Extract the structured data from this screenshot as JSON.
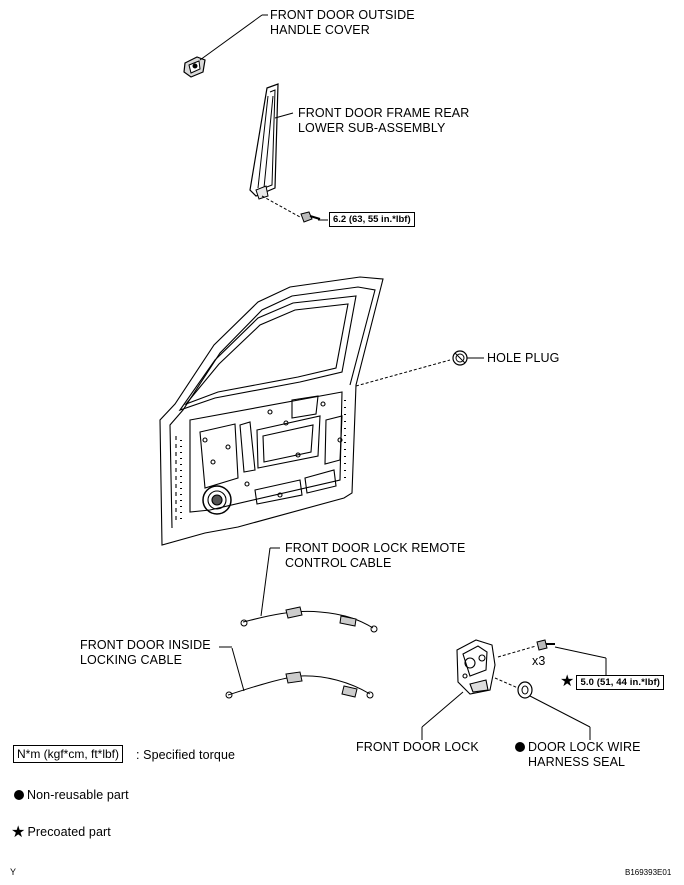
{
  "parts": {
    "handle_cover": "FRONT DOOR OUTSIDE\nHANDLE COVER",
    "frame_rear_lower": "FRONT DOOR FRAME REAR\nLOWER SUB-ASSEMBLY",
    "hole_plug": "HOLE PLUG",
    "remote_control_cable": "FRONT DOOR LOCK REMOTE\nCONTROL CABLE",
    "inside_locking_cable": "FRONT DOOR INSIDE\nLOCKING CABLE",
    "door_lock": "FRONT DOOR LOCK",
    "wire_harness_seal": "DOOR LOCK WIRE\nHARNESS SEAL",
    "quantity": "x3"
  },
  "torques": {
    "frame_bolt": "6.2 (63, 55 in.*lbf)",
    "lock_screw": "5.0 (51, 44 in.*lbf)"
  },
  "legend": {
    "torque_unit": "N*m (kgf*cm, ft*lbf)",
    "torque_desc": ": Specified torque",
    "non_reusable": "Non-reusable part",
    "precoated": "Precoated part"
  },
  "footer": {
    "left_code": "Y",
    "right_code": "B169393E01"
  }
}
